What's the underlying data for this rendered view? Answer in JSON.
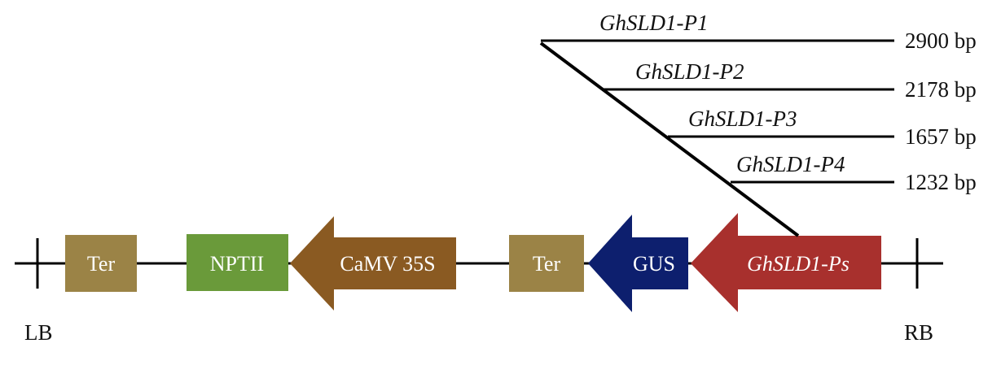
{
  "diagram": {
    "colors": {
      "ter": "#9b8346",
      "nptii": "#6a9a3a",
      "camv": "#8a5a22",
      "gus": "#0d1f6e",
      "ghsld1_ps": "#a8302d",
      "line": "#000000"
    },
    "borders": {
      "left": "LB",
      "right": "RB"
    },
    "elements": {
      "ter_left": "Ter",
      "nptii": "NPTII",
      "camv35s": "CaMV 35S",
      "ter_right": "Ter",
      "gus": "GUS",
      "ghsld1_ps": "GhSLD1-Ps"
    },
    "promoters": [
      {
        "name": "GhSLD1-P1",
        "length": "2900 bp"
      },
      {
        "name": "GhSLD1-P2",
        "length": "2178 bp"
      },
      {
        "name": "GhSLD1-P3",
        "length": "1657 bp"
      },
      {
        "name": "GhSLD1-P4",
        "length": "1232 bp"
      }
    ]
  }
}
